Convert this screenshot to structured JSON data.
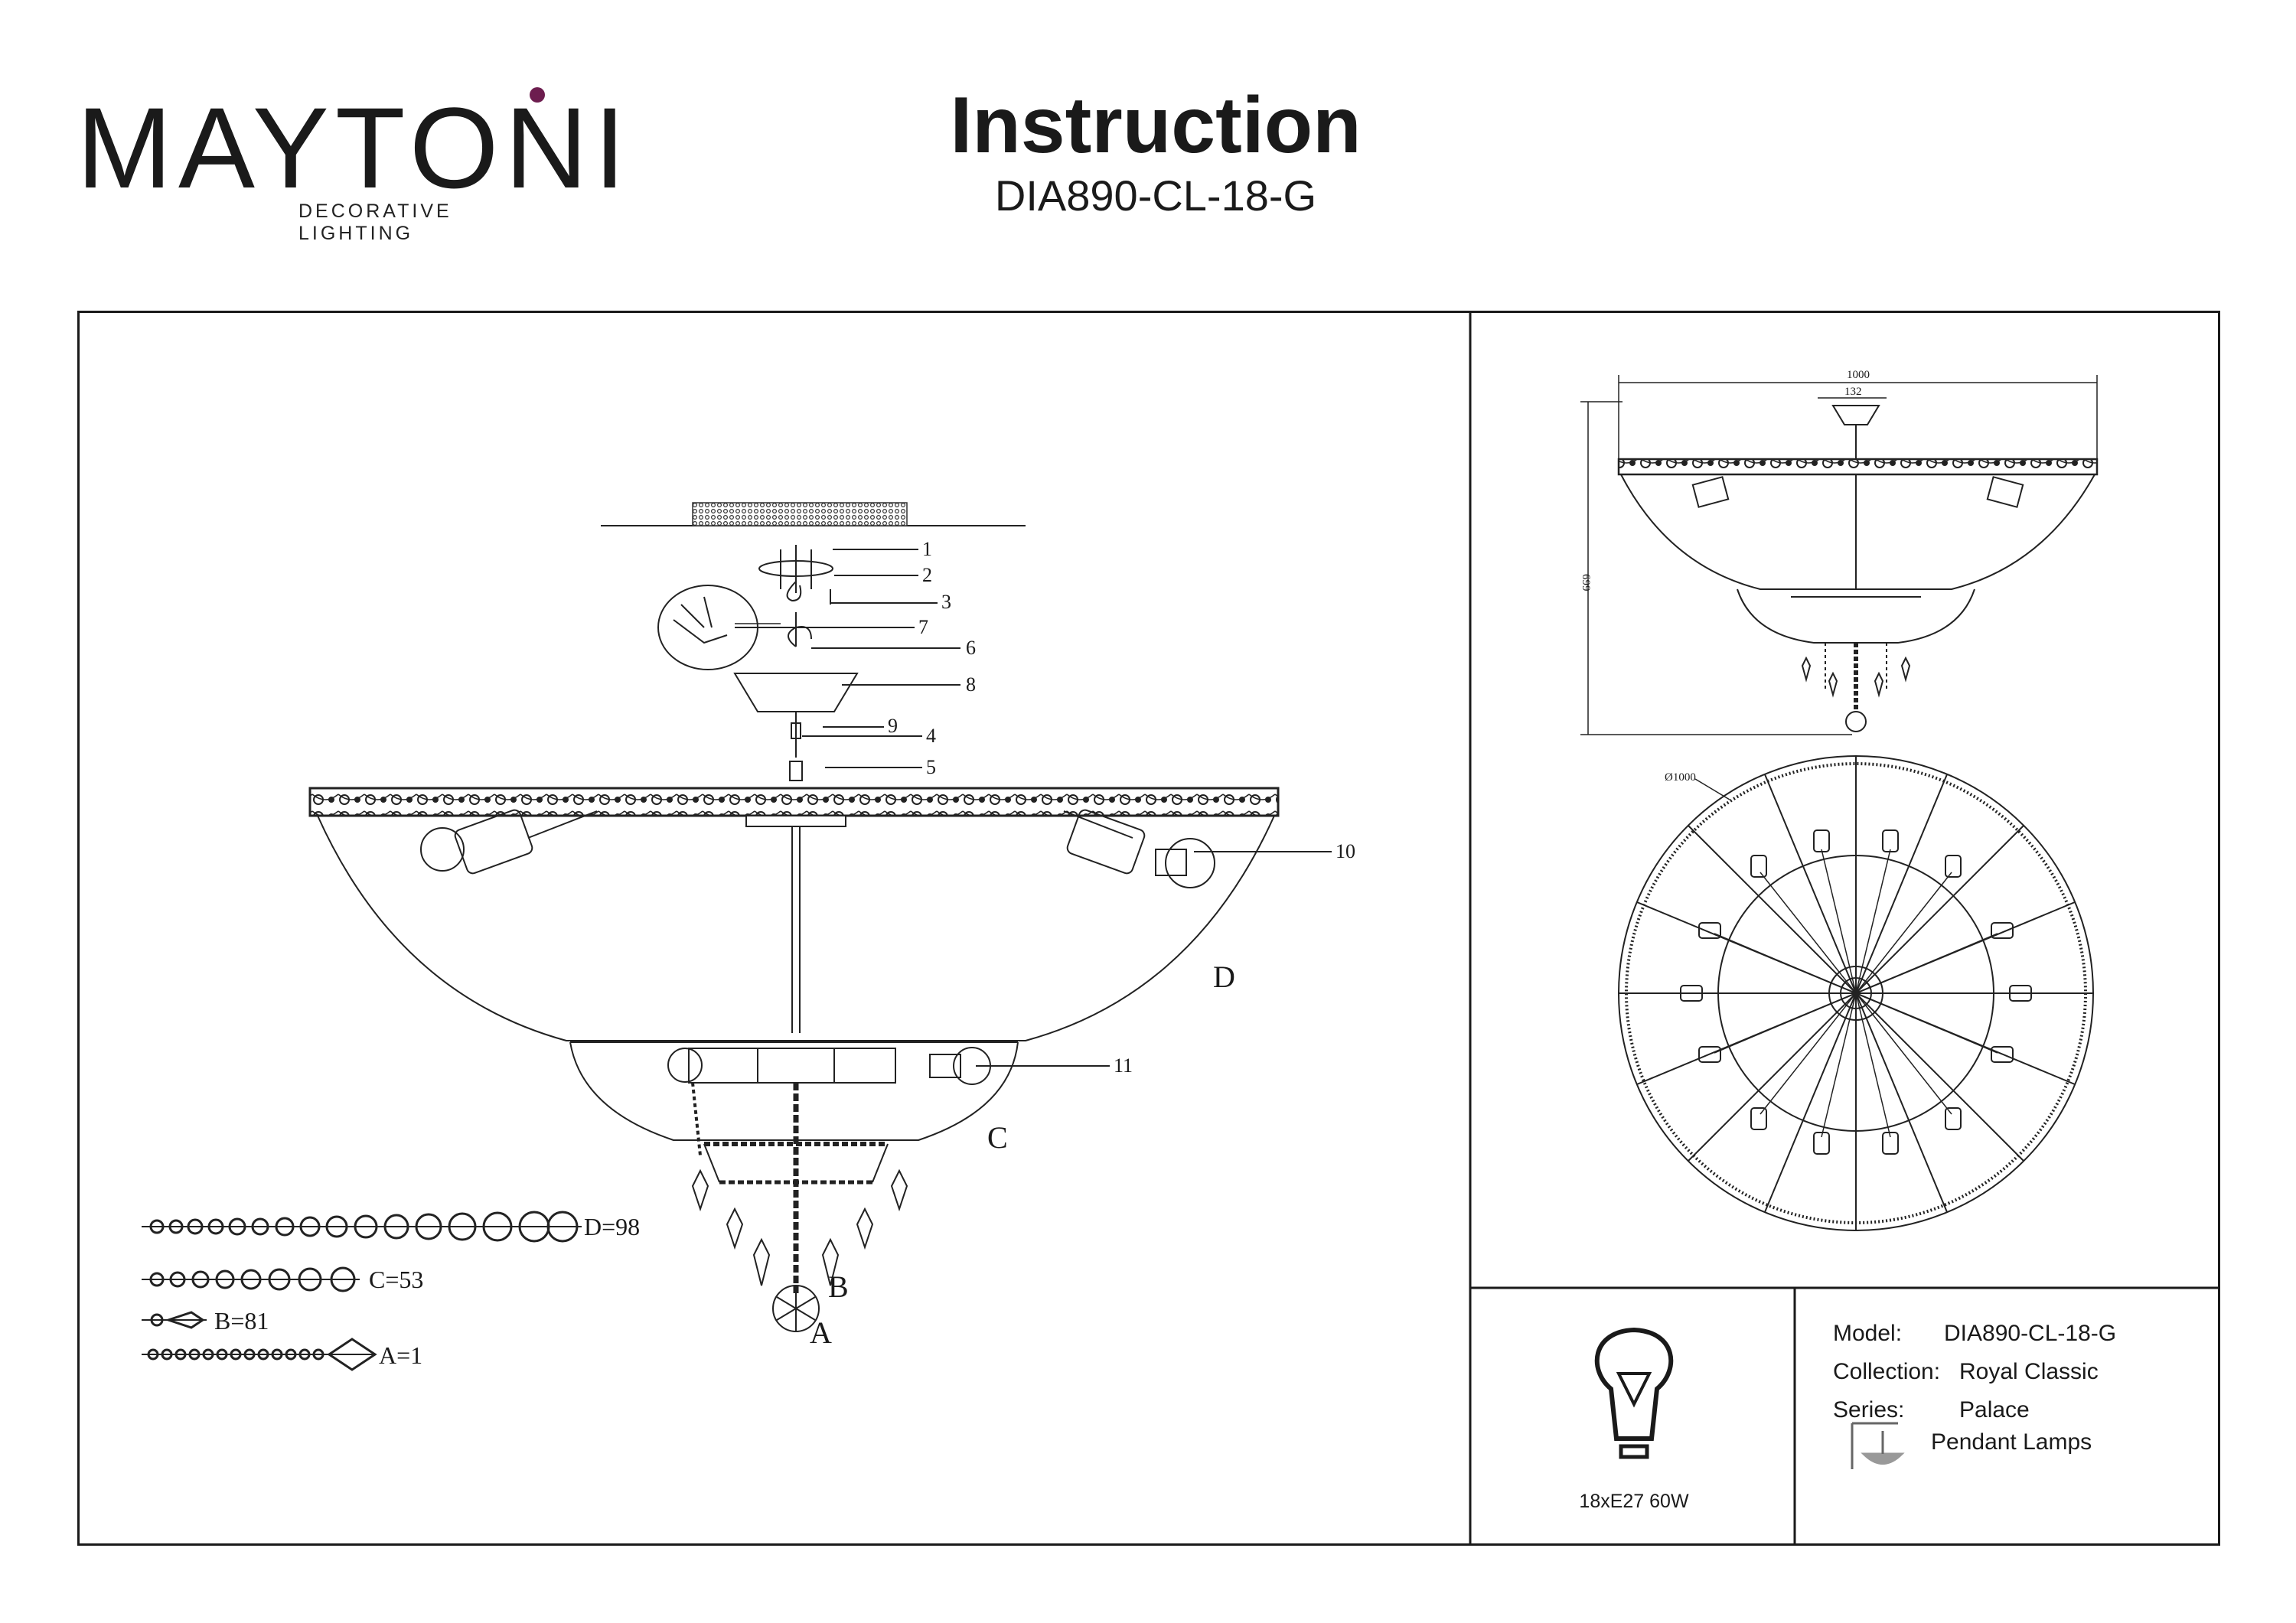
{
  "brand": {
    "name": "MAYTONI",
    "tagline": "DECORATIVE LIGHTING"
  },
  "header": {
    "title": "Instruction",
    "model_code": "DIA890-CL-18-G"
  },
  "assembly": {
    "callouts": [
      "1",
      "2",
      "3",
      "7",
      "6",
      "8",
      "9",
      "4",
      "5",
      "10",
      "11"
    ],
    "parts": {
      "D": "D",
      "C": "C",
      "B": "B",
      "A": "A"
    }
  },
  "parts_list": [
    {
      "label": "D=98"
    },
    {
      "label": "C=53"
    },
    {
      "label": "B=81"
    },
    {
      "label": "A=1"
    }
  ],
  "dimensions": {
    "width": "1000",
    "canopy": "132",
    "height": "699",
    "diameter": "Ø1000"
  },
  "spec": {
    "bulb": "18xE27 60W"
  },
  "info": {
    "model_label": "Model:",
    "model_value": "DIA890-CL-18-G",
    "collection_label": "Collection:",
    "collection_value": "Royal Classic",
    "series_label": "Series:",
    "series_value": "Palace",
    "type_value": "Pendant Lamps"
  }
}
